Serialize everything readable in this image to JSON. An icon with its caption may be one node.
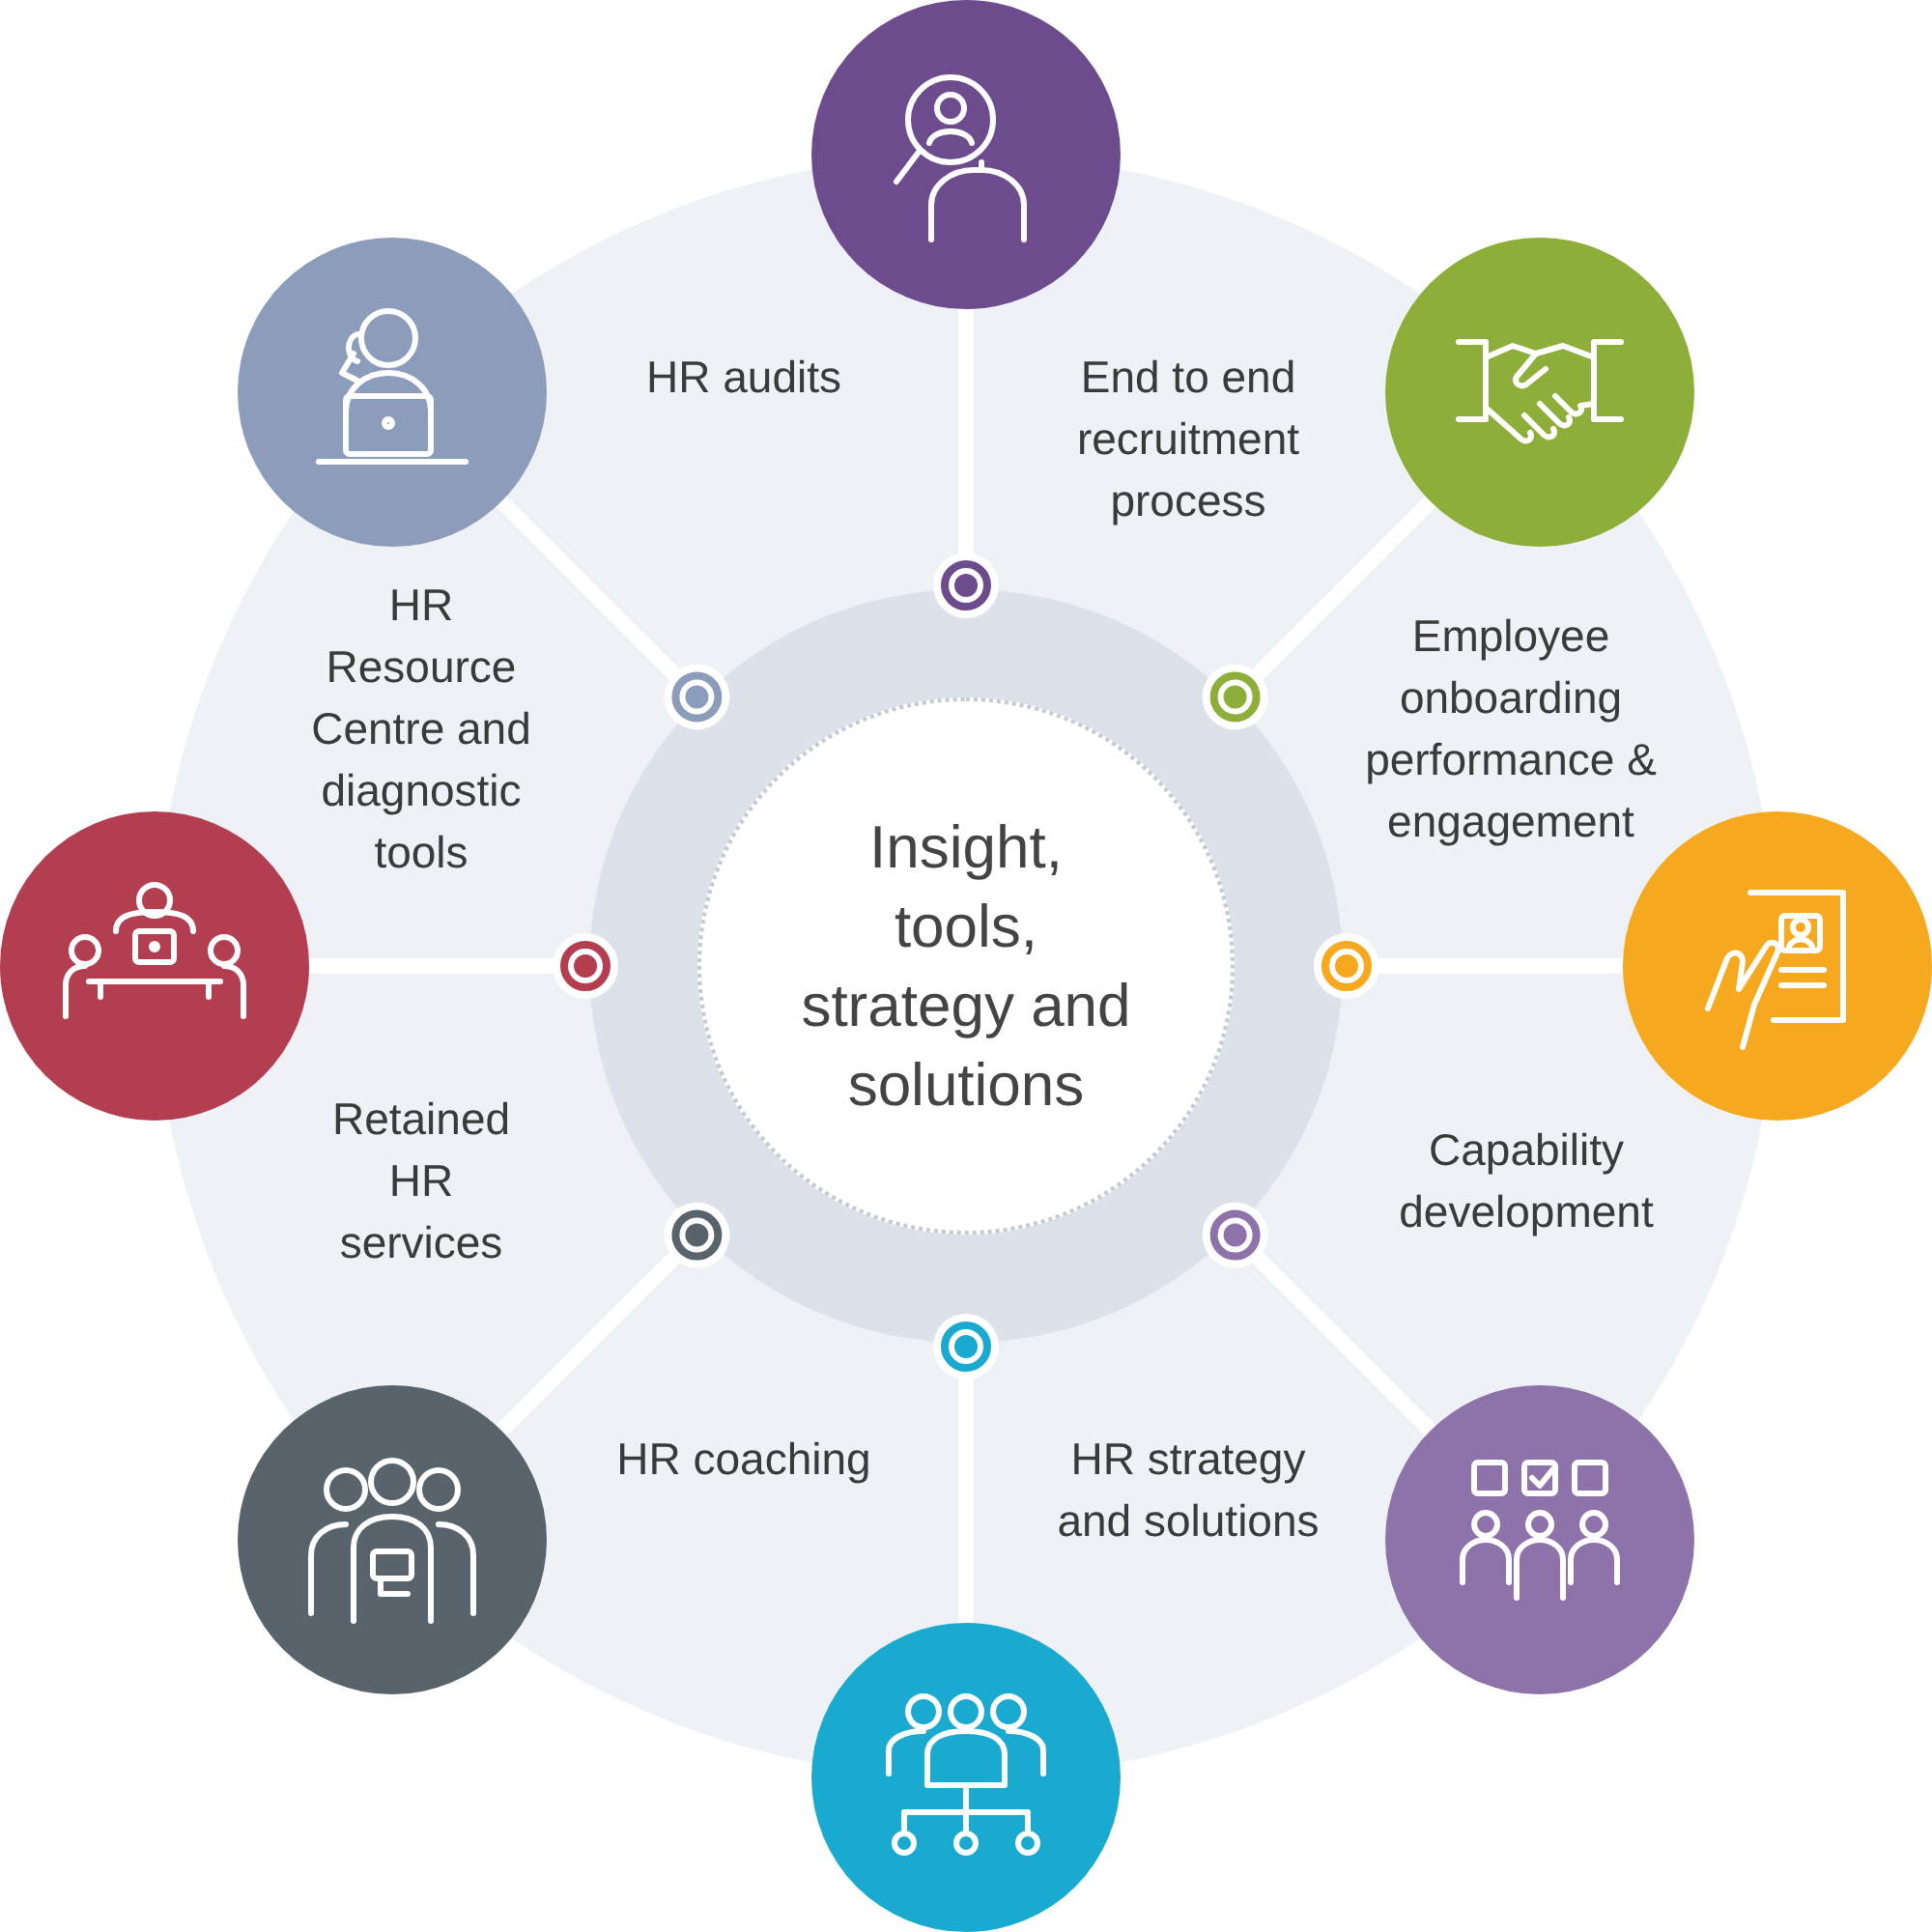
{
  "diagram": {
    "nodes": [
      {
        "text": [
          "Insight, tools, strategy and solutions"
        ]
      },
      {
        "text": [],
        "shape": "circle"
      },
      {
        "text": [],
        "shape": "circle"
      },
      {
        "text": [],
        "shape": "circle"
      },
      {
        "text": [],
        "shape": "circle"
      },
      {
        "text": [],
        "shape": "circle"
      },
      {
        "text": [],
        "shape": "circle"
      },
      {
        "text": [],
        "shape": "circle"
      },
      {
        "text": [],
        "shape": "circle"
      }
    ],
    "edges": [
      {
        "from": 0,
        "to": 1,
        "arrow": "other"
      },
      {
        "from": 0,
        "to": 2,
        "arrow": "other"
      },
      {
        "from": 0,
        "to": 3,
        "arrow": "other"
      },
      {
        "from": 0,
        "to": 4,
        "arrow": "other"
      },
      {
        "from": 0,
        "to": 5,
        "arrow": "other"
      },
      {
        "from": 0,
        "to": 6,
        "arrow": "other"
      },
      {
        "from": 0,
        "to": 7,
        "arrow": "other"
      },
      {
        "from": 0,
        "to": 8,
        "arrow": "other"
      }
    ],
    "labels": [
      "HR audits",
      "End to end recruitment process",
      "HR Resource Centre and diagnostic tools",
      "Employee onboarding performance & engagement",
      "Retained HR services",
      "Capability development",
      "HR coaching",
      "HR strategy and solutions"
    ]
  }
}
